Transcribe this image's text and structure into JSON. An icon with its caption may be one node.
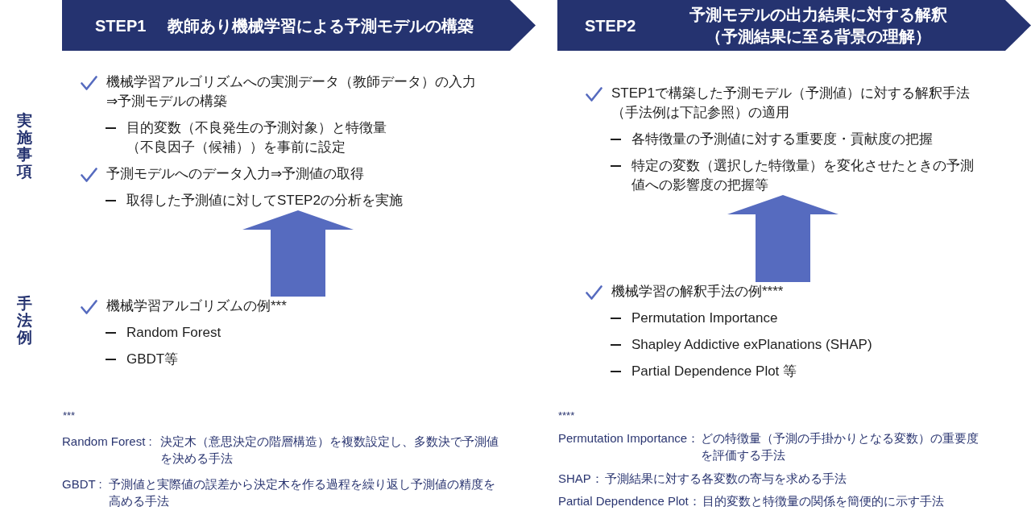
{
  "diagram": {
    "nodes": [
      {
        "text": [
          "STEP1",
          "教師あり機械学習による予測モデルの構築"
        ]
      },
      {
        "text": [
          "STEP2",
          "予測モデルの出力結果に対する解釈（予測結果に至る背景の理解）"
        ]
      },
      {
        "text": [
          "機械学習アルゴリズムへの実測データ（教師データ）の入力⇒予測モデルの構築",
          "目的変数（不良発生の予測対象）と特徴量（不良因子（候補））を事前に設定",
          "予測モデルへのデータ入力⇒予測値の取得",
          "取得した予測値に対してSTEP2の分析を実施"
        ]
      },
      {
        "text": [
          "STEP1で構築した予測モデル（予測値）に対する解釈手法（手法例は下記参照）の適用",
          "各特徴量の予測値に対する重要度・貢献度の把握",
          "特定の変数（選択した特徴量）を変化させたときの予測値への影響度の把握等"
        ]
      },
      {
        "text": [
          "機械学習アルゴリズムの例***",
          "Random Forest",
          "GBDT等"
        ]
      },
      {
        "text": [
          "機械学習の解釈手法の例****",
          "Permutation Importance",
          "Shapley Addictive exPlanations (SHAP)",
          "Partial Dependence Plot 等"
        ]
      }
    ],
    "edges": [
      {
        "from": 4,
        "to": 2,
        "arrow": "to"
      },
      {
        "from": 5,
        "to": 3,
        "arrow": "to"
      }
    ],
    "labels": [
      "実施事項",
      "手法例",
      "***",
      "Random Forest :",
      "決定木（意思決定の階層構造）を複数設定し、多数決で予測値を決める手法",
      "GBDT :",
      "予測値と実際値の誤差から決定木を作る過程を繰り返し予測値の精度を高める手法",
      "****",
      "Permutation Importance：",
      "どの特徴量（予測の手掛かりとなる変数）の重要度を評価する手法",
      "SHAP：",
      "予測結果に対する各変数の寄与を求める手法",
      "Partial Dependence Plot：",
      "目的変数と特徴量の関係を簡便的に示す手法"
    ]
  }
}
